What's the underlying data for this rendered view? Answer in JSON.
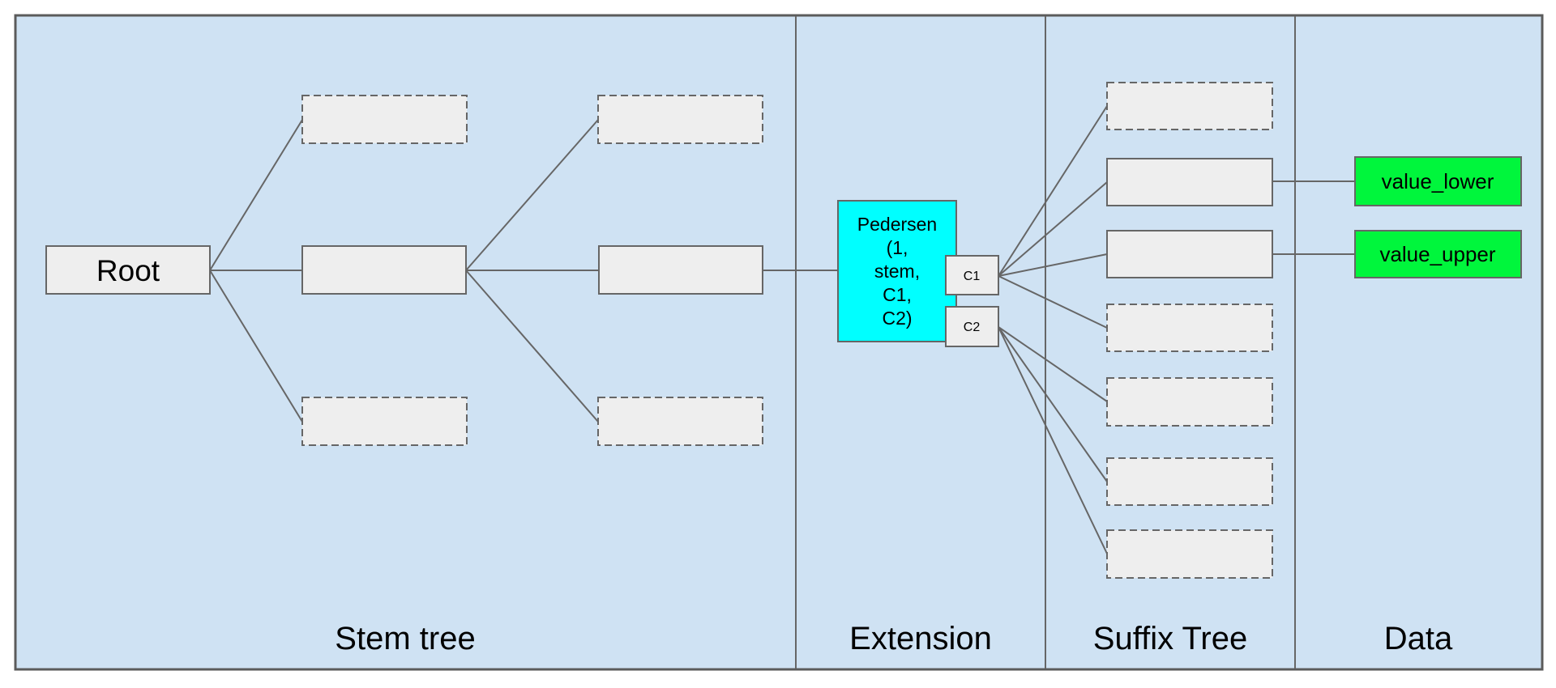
{
  "diagram": {
    "sections": [
      {
        "id": "stem",
        "label": "Stem tree"
      },
      {
        "id": "extension",
        "label": "Extension"
      },
      {
        "id": "suffix",
        "label": "Suffix Tree"
      },
      {
        "id": "data",
        "label": "Data"
      }
    ],
    "nodes": {
      "root": {
        "label": "Root"
      },
      "pedersen": {
        "lines": [
          "Pedersen",
          "(1,",
          "stem,",
          "C1,",
          "C2)"
        ]
      },
      "c1": {
        "label": "C1"
      },
      "c2": {
        "label": "C2"
      },
      "value_lower": {
        "label": "value_lower"
      },
      "value_upper": {
        "label": "value_upper"
      }
    },
    "colors": {
      "page_bg": "#ffffff",
      "section_bg": "#cfe2f3",
      "stroke": "#666666",
      "node_fill": "#eeeeee",
      "pedersen_fill": "#00ffff",
      "value_fill": "#00f63c",
      "text": "#000000"
    }
  }
}
